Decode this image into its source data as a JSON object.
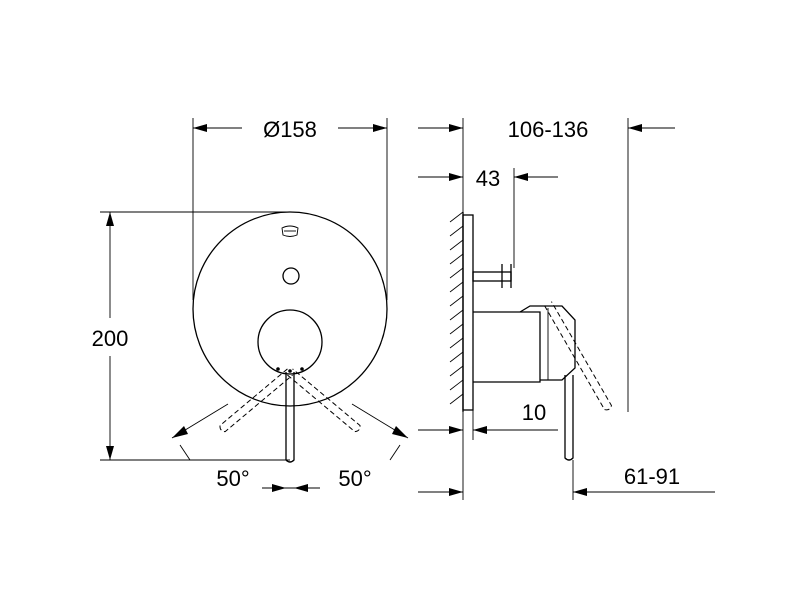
{
  "dimensions": {
    "diameter": "Ø158",
    "height": "200",
    "angle_left": "50°",
    "angle_right": "50°",
    "depth_range": "106-136",
    "spindle": "43",
    "offset": "10",
    "handle_range": "61-91"
  }
}
